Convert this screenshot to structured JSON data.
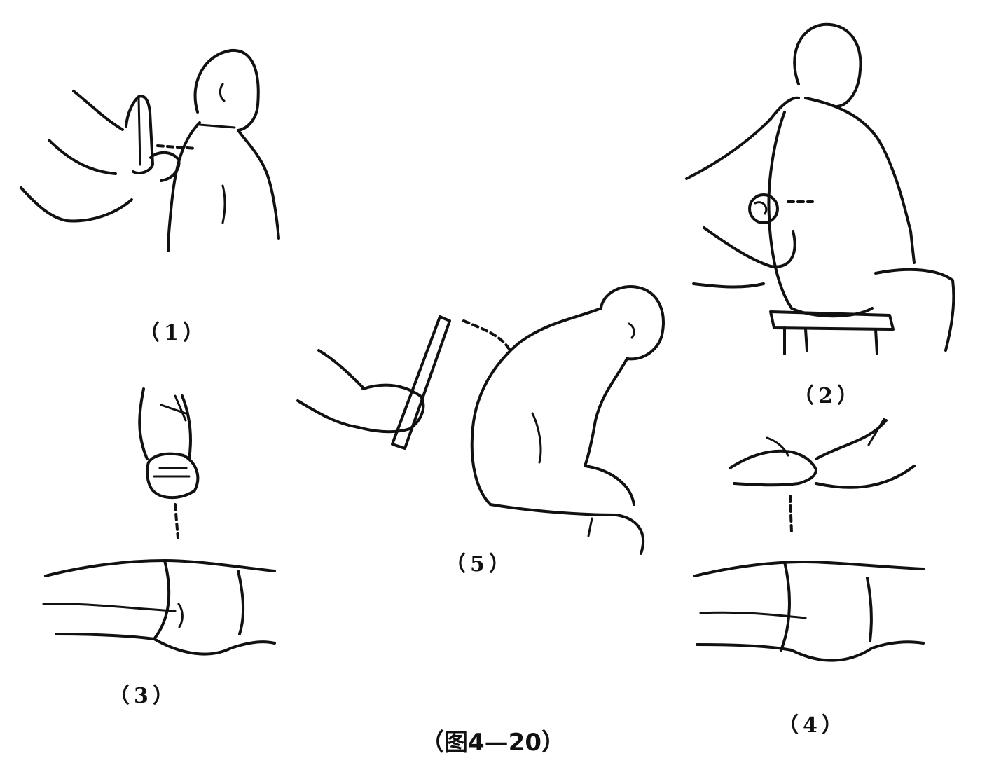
{
  "figure": {
    "caption": "（图4—20）",
    "panels": [
      {
        "id": "1",
        "label": "（1）"
      },
      {
        "id": "2",
        "label": "（2）"
      },
      {
        "id": "3",
        "label": "（3）"
      },
      {
        "id": "4",
        "label": "（4）"
      },
      {
        "id": "5",
        "label": "（5）"
      }
    ]
  },
  "colors": {
    "ink": "#111111",
    "background": "#ffffff"
  }
}
